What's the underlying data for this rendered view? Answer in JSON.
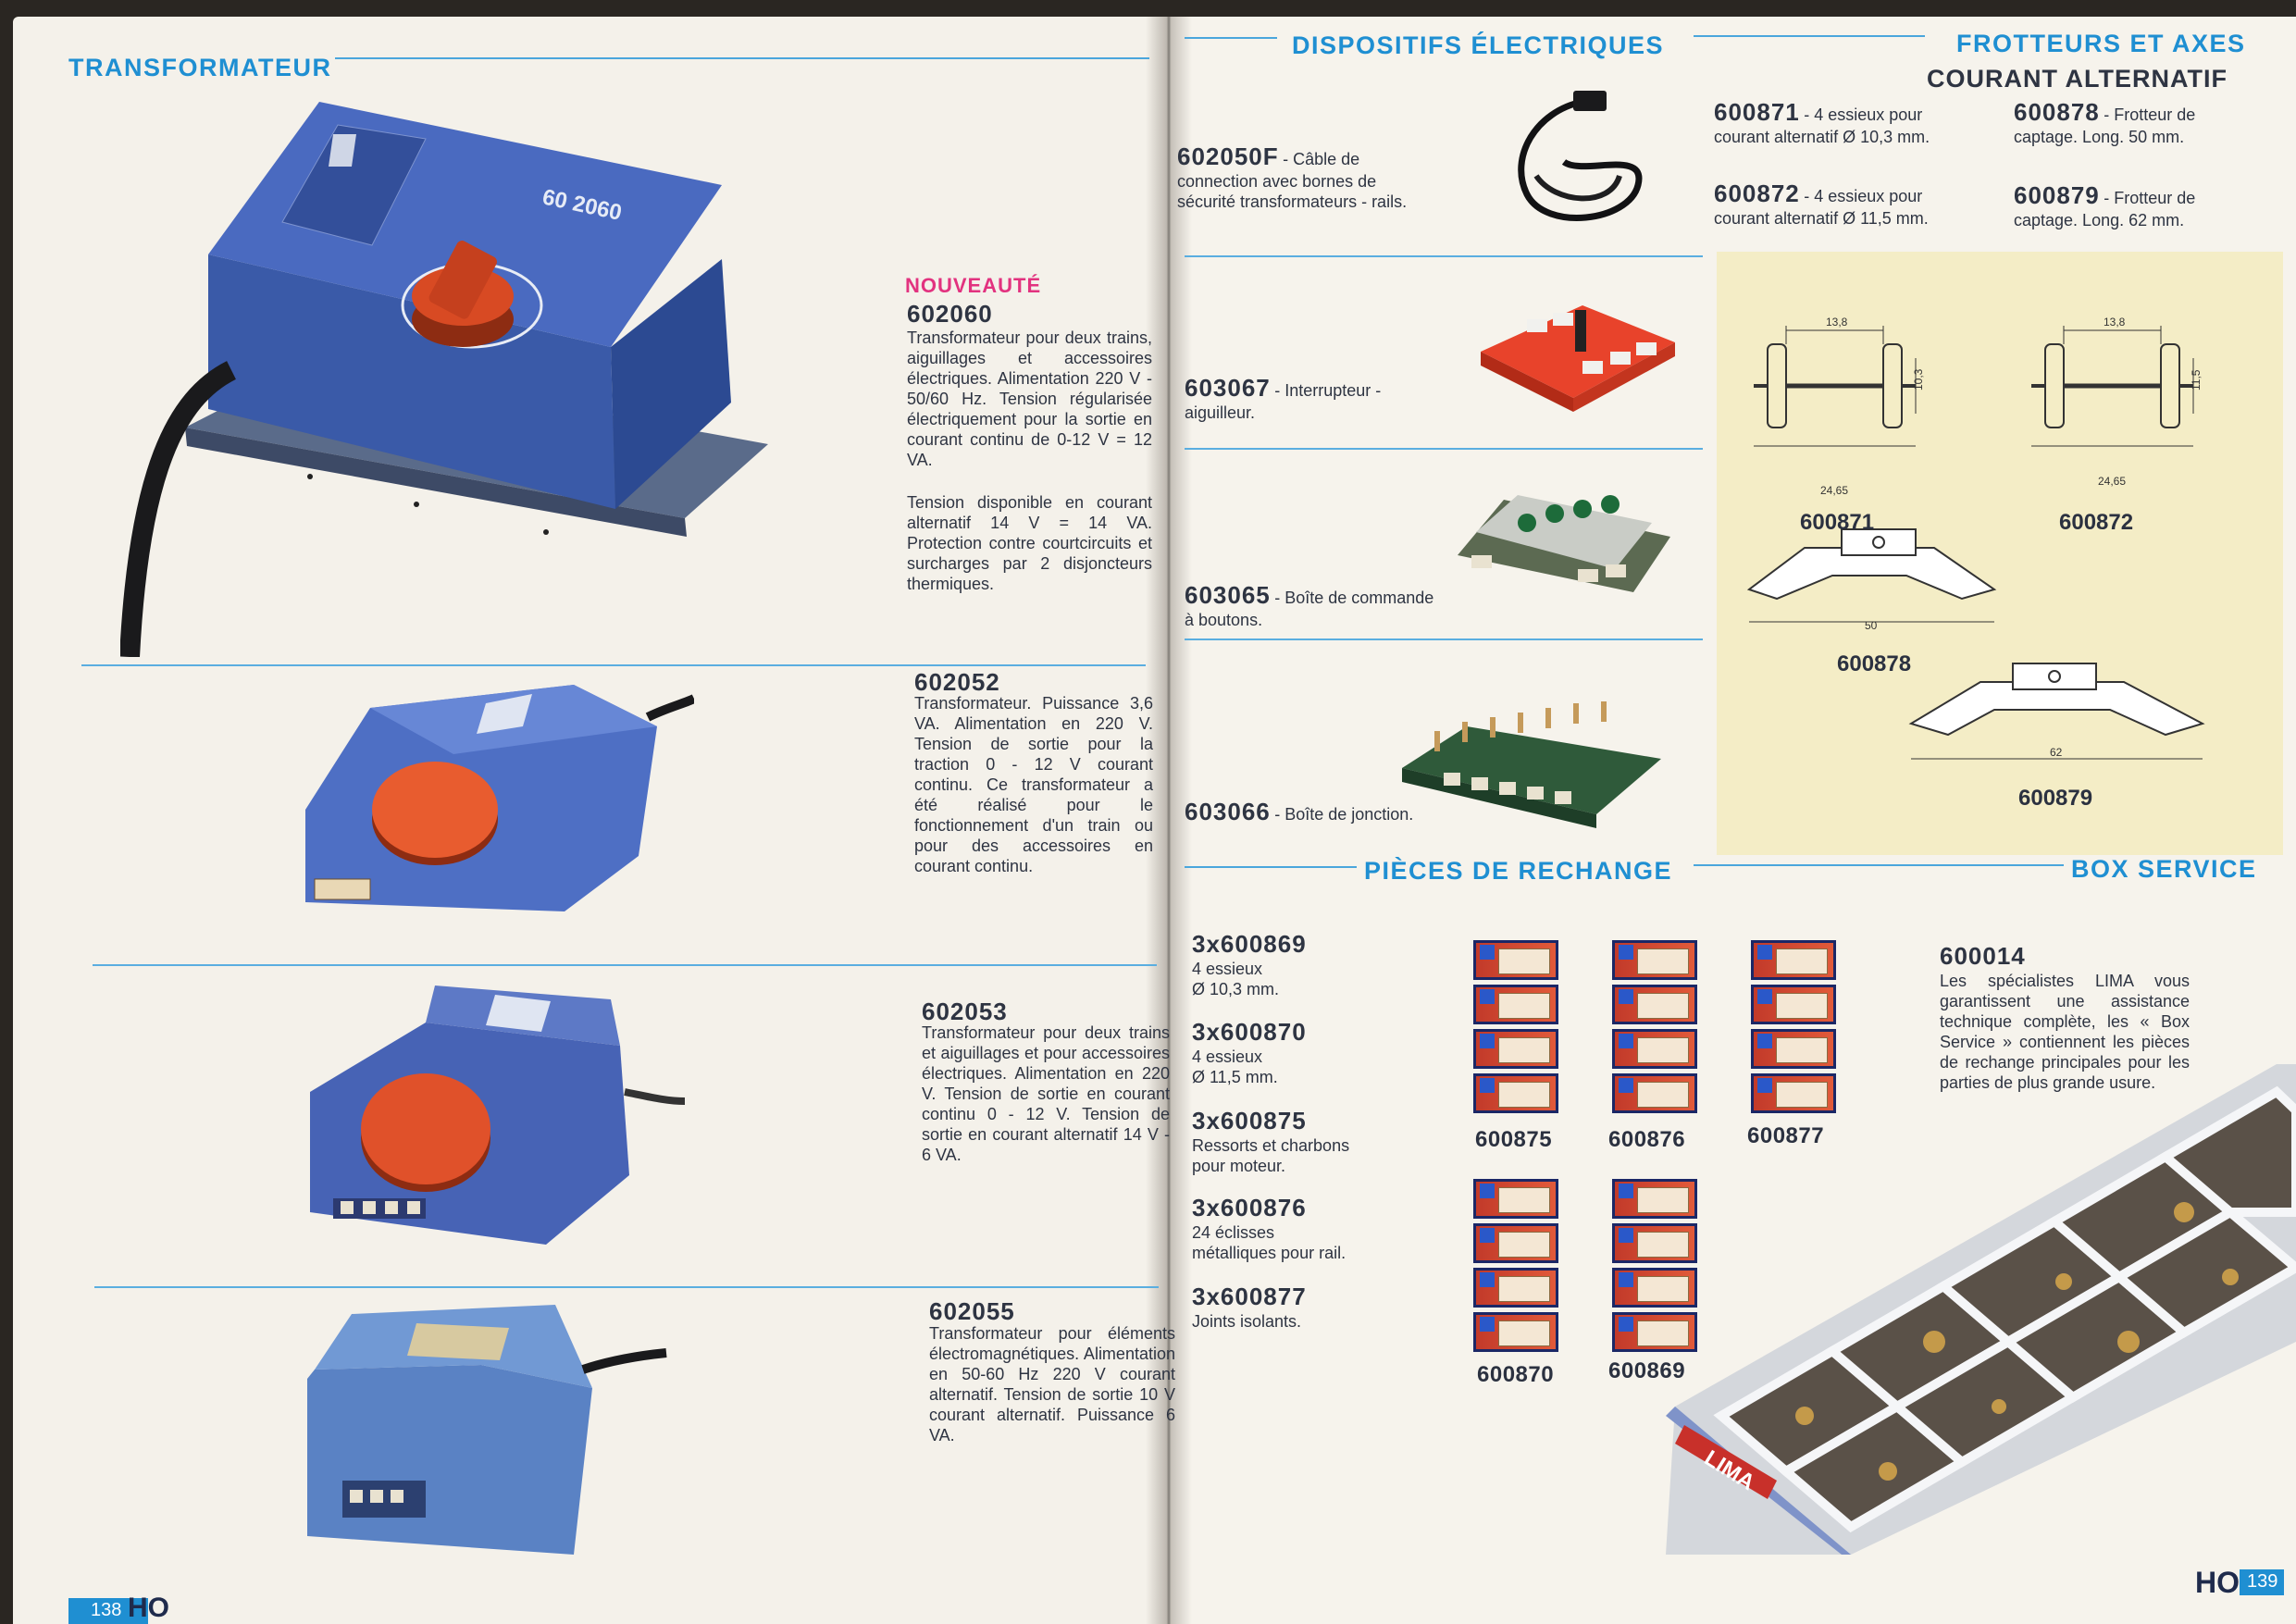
{
  "left": {
    "section_title": "TRANSFORMATEUR",
    "transfo_marking": "60 2060",
    "nouveaute": "NOUVEAUTÉ",
    "p1": {
      "code": "602060",
      "desc1": "Transformateur pour deux trains, aiguillages et accessoires électriques. Alimentation 220 V - 50/60 Hz. Tension régularisée électriquement pour la sortie en courant continu de 0-12 V = 12 VA.",
      "desc2": "Tension disponible en courant alternatif 14 V = 14 VA. Protection contre courtcircuits et surcharges par 2 disjoncteurs thermiques."
    },
    "p2": {
      "code": "602052",
      "desc": "Transformateur. Puissance 3,6 VA. Alimentation en 220 V. Tension de sortie pour la traction 0 - 12 V courant continu. Ce transformateur a été réalisé pour le fonctionnement d'un train ou pour des accessoires en courant continu."
    },
    "p3": {
      "code": "602053",
      "desc": "Transformateur pour deux trains et aiguillages et pour accessoires électriques. Alimentation en 220 V. Tension de sortie en courant continu 0 - 12 V. Tension de sortie en courant alternatif 14 V - 6 VA."
    },
    "p4": {
      "code": "602055",
      "desc": "Transformateur pour éléments électromagnétiques. Alimentation en 50-60 Hz 220 V courant alternatif. Tension de sortie 10 V courant alternatif. Puissance 6 VA."
    },
    "page_number": "138",
    "scale": "HO"
  },
  "right": {
    "dispositifs_title": "DISPOSITIFS ÉLECTRIQUES",
    "d1": {
      "code": "602050F",
      "desc": "- Câble de connection avec bornes de sécurité transformateurs - rails."
    },
    "d2": {
      "code": "603067",
      "desc": "- Interrupteur - aiguilleur."
    },
    "d3": {
      "code": "603065",
      "desc": "- Boîte de commande à boutons."
    },
    "d4": {
      "code": "603066",
      "desc": "- Boîte de jonction."
    },
    "frotteurs_title": "FROTTEURS ET AXES",
    "frotteurs_subtitle": "COURANT ALTERNATIF",
    "f1": {
      "code": "600871",
      "desc": "- 4 essieux pour courant alternatif Ø 10,3 mm."
    },
    "f2": {
      "code": "600872",
      "desc": "- 4 essieux pour courant alternatif Ø 11,5 mm."
    },
    "f3": {
      "code": "600878",
      "desc": "- Frotteur de captage. Long. 50 mm."
    },
    "f4": {
      "code": "600879",
      "desc": "- Frotteur de captage. Long. 62 mm."
    },
    "diagram": {
      "axle1_label": "600871",
      "axle2_label": "600872",
      "shoe1_label": "600878",
      "shoe2_label": "600879",
      "dim_138a": "13,8",
      "dim_138b": "13,8",
      "dim_103": "10,3",
      "dim_115": "11,5",
      "dim_2465a": "24,65",
      "dim_2465b": "24,65",
      "dim_50": "50",
      "dim_62": "62"
    },
    "rechange_title": "PIÈCES DE RECHANGE",
    "r1": {
      "code": "3x600869",
      "line1": "4 essieux",
      "line2": "Ø 10,3 mm."
    },
    "r2": {
      "code": "3x600870",
      "line1": "4 essieux",
      "line2": "Ø 11,5 mm."
    },
    "r3": {
      "code": "3x600875",
      "line1": "Ressorts et charbons",
      "line2": "pour moteur."
    },
    "r4": {
      "code": "3x600876",
      "line1": "24 éclisses",
      "line2": "métalliques pour rail."
    },
    "r5": {
      "code": "3x600877",
      "line1": "Joints isolants."
    },
    "cards": {
      "c1": "600875",
      "c2": "600876",
      "c3": "600877",
      "c4": "600870",
      "c5": "600869"
    },
    "box_title": "BOX SERVICE",
    "box": {
      "code": "600014",
      "desc": "Les spécialistes LIMA vous garantissent une assistance technique complète, les « Box Service » contiennent les pièces de rechange principales pour les parties de plus grande usure.",
      "brand": "LIMA"
    },
    "page_number": "139",
    "scale": "HO"
  },
  "colors": {
    "accent": "#1f8fd2",
    "nouveaute": "#e2327f",
    "paper": "#f4f1ea"
  }
}
